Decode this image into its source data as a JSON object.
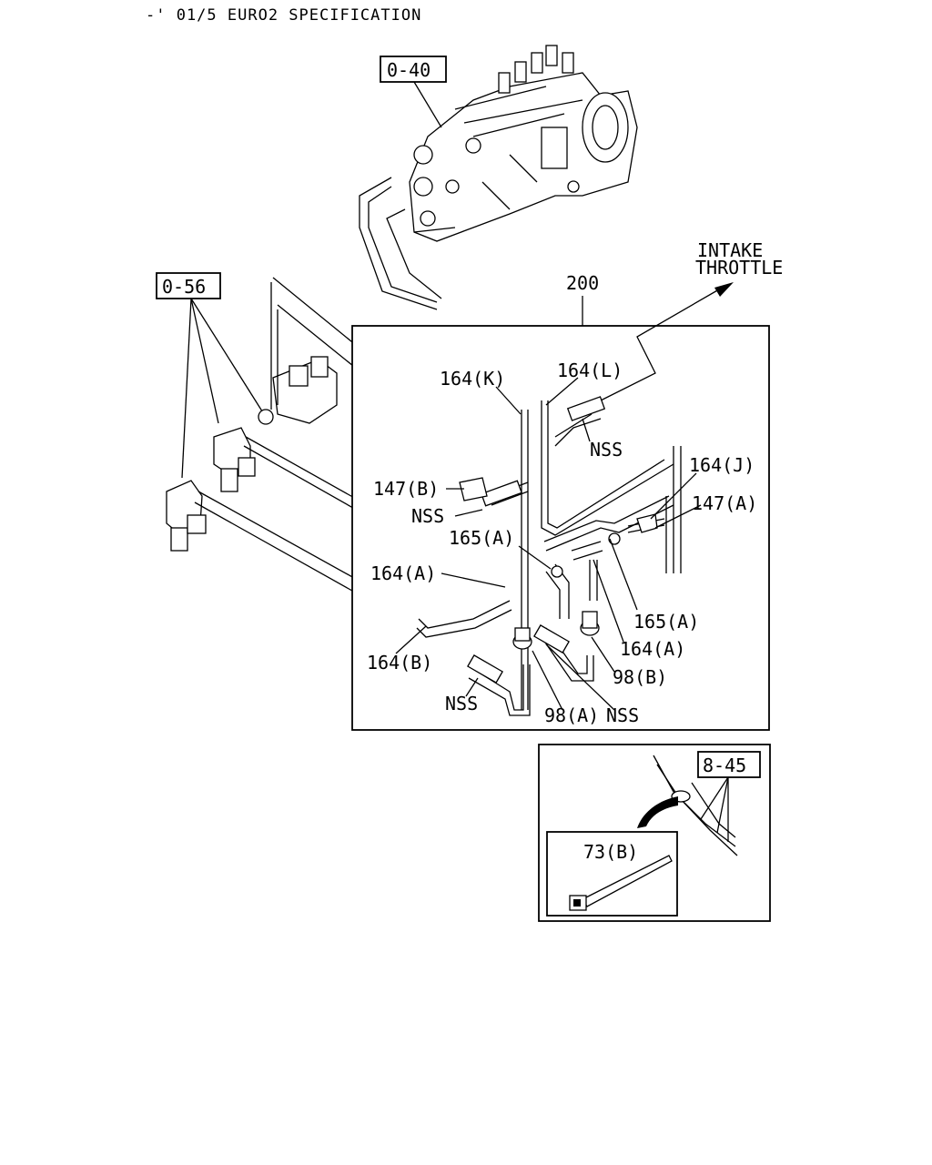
{
  "header": {
    "title": "-' 01/5 EURO2 SPECIFICATION"
  },
  "refs": {
    "pump": "0-40",
    "valves": "0-56",
    "harness": "8-45"
  },
  "assembly": {
    "label": "200"
  },
  "intake": {
    "line1": "INTAKE",
    "line2": "THROTTLE"
  },
  "callouts": {
    "k164K": "164(K)",
    "k164L": "164(L)",
    "k164J": "164(J)",
    "k147A": "147(A)",
    "k147B": "147(B)",
    "nss1": "NSS",
    "nss2": "NSS",
    "k165A_1": "165(A)",
    "k164A_1": "164(A)",
    "k165A_2": "165(A)",
    "k164A_2": "164(A)",
    "k164B": "164(B)",
    "k98B": "98(B)",
    "k98A": "98(A)",
    "nss3": "NSS",
    "nss4": "NSS",
    "k73B": "73(B)"
  }
}
